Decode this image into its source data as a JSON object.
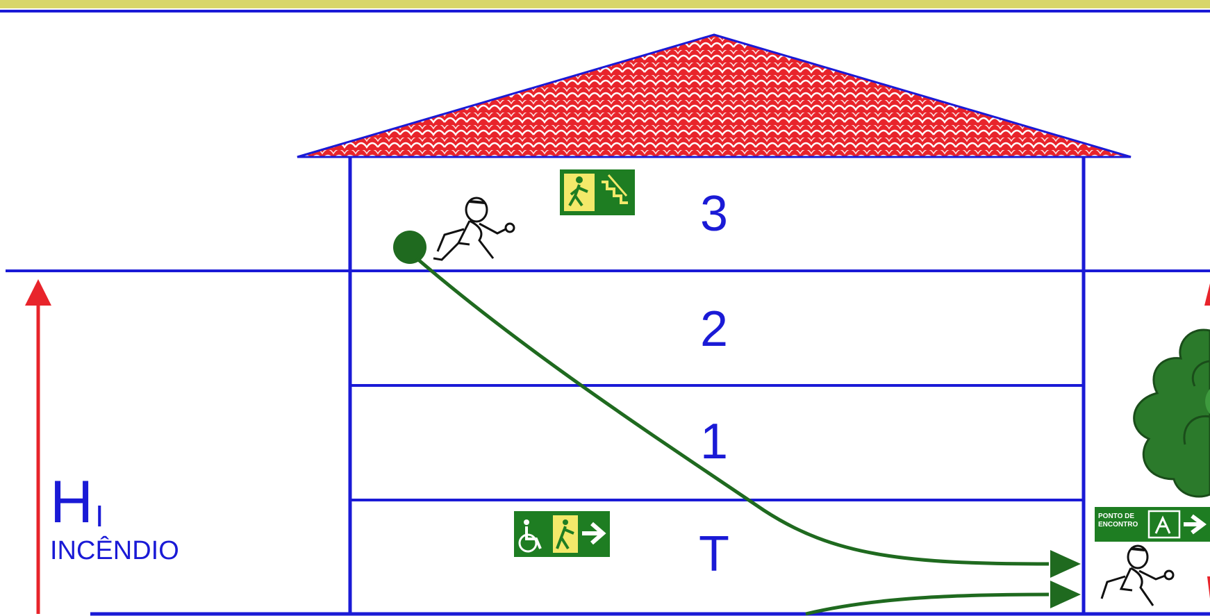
{
  "floors": [
    {
      "label": "3"
    },
    {
      "label": "2"
    },
    {
      "label": "1"
    },
    {
      "label": "T"
    }
  ],
  "height_indicator": {
    "symbol": "H",
    "subscript": "I",
    "caption": "INCÊNDIO"
  },
  "signs": {
    "meeting_point_line1": "PONTO DE",
    "meeting_point_line2": "ENCONTRO"
  },
  "icons": {
    "stair_exit": "emergency-exit-stairs-icon",
    "accessible_exit": "accessible-exit-right-icon",
    "meeting_point": "meeting-point-sign-icon",
    "person_running": "running-person-icon",
    "tree": "tree-icon"
  },
  "colors": {
    "structure": "#1a1ad6",
    "roof": "#e8242b",
    "arrow_red": "#e8242b",
    "escape_path": "#1f6a1f",
    "exit_sign": "#1e7d22",
    "tree": "#2b7a2b",
    "top_band": "#d8d66a"
  }
}
